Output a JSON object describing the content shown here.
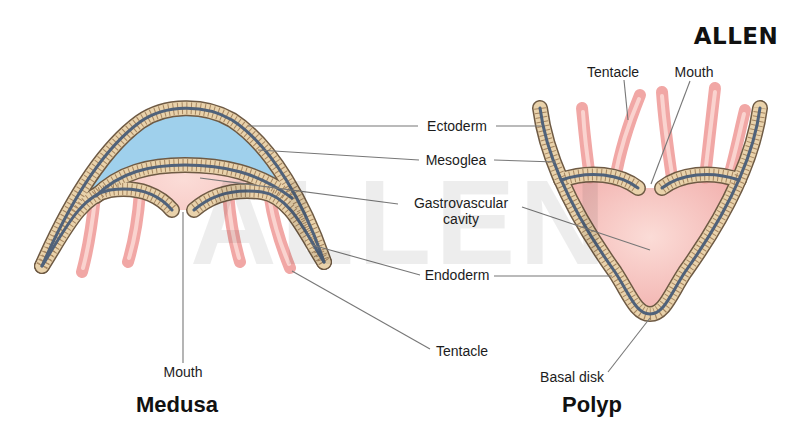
{
  "diagram": {
    "labels": [
      "ALLEN",
      "Tentacle",
      "Mouth",
      "Ectoderm",
      "Mesoglea",
      "Gastrovascular cavity",
      "Endoderm",
      "Tentacle",
      "Mouth",
      "Basal disk",
      "Medusa",
      "Polyp",
      "ALLEN"
    ]
  }
}
